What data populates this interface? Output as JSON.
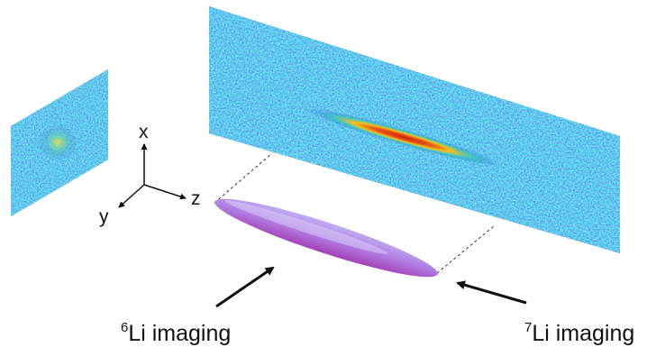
{
  "axes": {
    "x_label": "x",
    "y_label": "y",
    "z_label": "z"
  },
  "captions": {
    "li6": {
      "mass": "6",
      "text": "Li imaging"
    },
    "li7": {
      "mass": "7",
      "text": "Li imaging"
    }
  },
  "colors": {
    "background": "#ffffff",
    "noise_base": "#2a62c8",
    "cloud_core": "#d01c10",
    "cloud_mid": "#f2c020",
    "cloud_edge": "#36c4c0",
    "ellipsoid_light": "#c2b4f6",
    "ellipsoid_dark": "#a646bc",
    "arrow": "#111111"
  },
  "icons": {
    "left_panel": "li6-absorption-image",
    "right_panel": "li7-absorption-image",
    "ellipsoid": "atom-cloud-ellipsoid",
    "axes": "xyz-coordinate-axes"
  }
}
